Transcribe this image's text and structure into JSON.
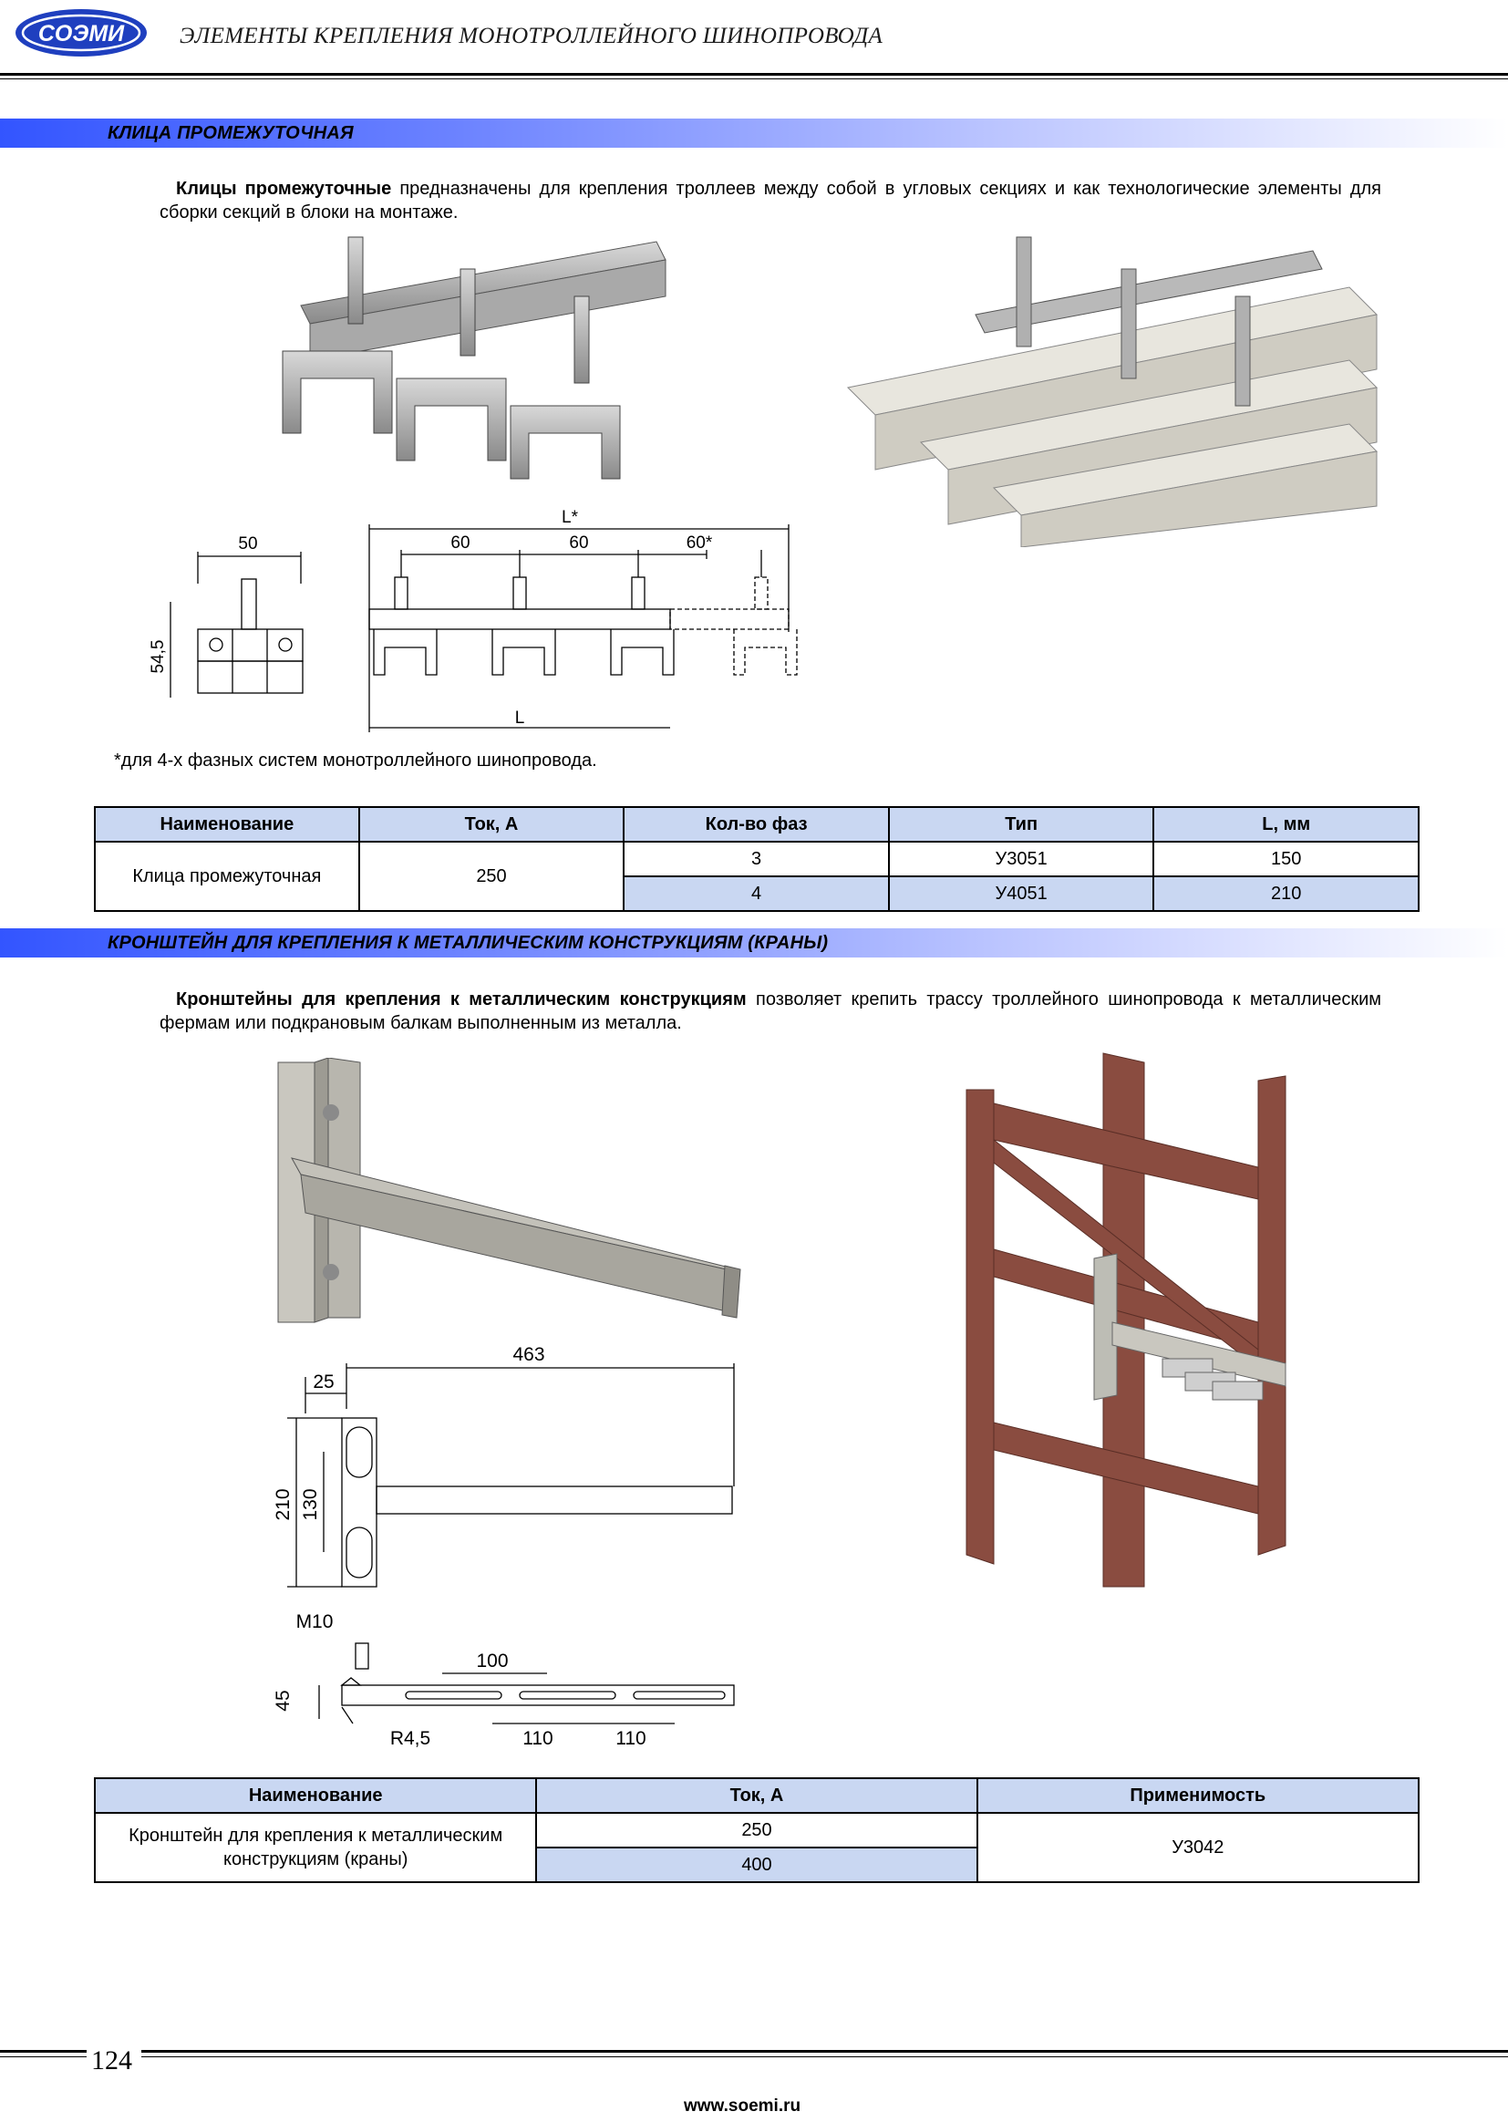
{
  "header": {
    "logo_text": "СОЭМИ",
    "title": "ЭЛЕМЕНТЫ КРЕПЛЕНИЯ МОНОТРОЛЛЕЙНОГО ШИНОПРОВОДА"
  },
  "section1": {
    "title": "КЛИЦА ПРОМЕЖУТОЧНАЯ",
    "lead_bold": "Клицы промежуточные",
    "lead_text": " предназначены для крепления троллеев между собой в угловых секциях и как технологические элементы для сборки секций в блоки на монтаже.",
    "drawing": {
      "dim_width": "50",
      "dim_height": "54,5",
      "dim_total": "L*",
      "dim_pitch1": "60",
      "dim_pitch2": "60",
      "dim_pitch3": "60*",
      "dim_L": "L"
    },
    "footnote": "*для 4-х фазных систем монотроллейного шинопровода.",
    "table": {
      "headers": [
        "Наименование",
        "Ток, А",
        "Кол-во фаз",
        "Тип",
        "L, мм"
      ],
      "name": "Клица промежуточная",
      "current": "250",
      "rows": [
        {
          "phases": "3",
          "type": "У3051",
          "L": "150"
        },
        {
          "phases": "4",
          "type": "У4051",
          "L": "210"
        }
      ]
    }
  },
  "section2": {
    "title": "КРОНШТЕЙН ДЛЯ КРЕПЛЕНИЯ К МЕТАЛЛИЧЕСКИМ КОНСТРУКЦИЯМ (КРАНЫ)",
    "lead_bold": "Кронштейны для крепления к металлическим конструкциям",
    "lead_text": " позволяет крепить трассу троллейного шинопровода к металлическим фермам или подкрановым балкам выполненным из металла.",
    "drawing": {
      "dim_length": "463",
      "dim_flange": "25",
      "dim_height": "210",
      "dim_slot": "130",
      "bolt": "M10",
      "dim_45": "45",
      "dim_100": "100",
      "radius": "R4,5",
      "dim_110a": "110",
      "dim_110b": "110"
    },
    "table": {
      "headers": [
        "Наименование",
        "Ток, А",
        "Применимость"
      ],
      "name": "Кронштейн для крепления к металлическим конструкциям (краны)",
      "currents": [
        "250",
        "400"
      ],
      "applicability": "У3042"
    }
  },
  "footer": {
    "page_number": "124",
    "website": "www.soemi.ru"
  }
}
